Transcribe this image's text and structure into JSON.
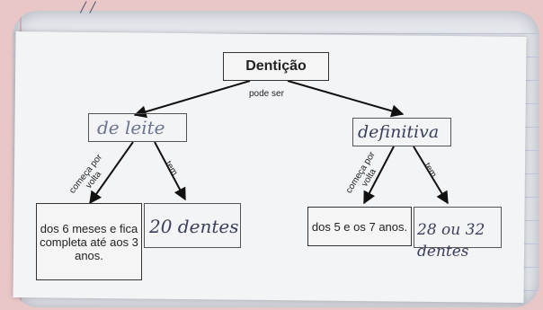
{
  "root": {
    "label": "Dentição"
  },
  "links": {
    "main": "pode ser",
    "starts": "começa por volta",
    "has": "tem"
  },
  "left": {
    "answer": "de leite",
    "start_text": "dos 6 meses e fica completa até aos 3 anos.",
    "count": "20 dentes"
  },
  "right": {
    "answer": "definitiva",
    "start_text": "dos 5 e os 7 anos.",
    "count": "28 ou 32 dentes"
  },
  "notebook_scribble": "/ /",
  "colors": {
    "ink": "#333333",
    "pencil": "#3a3f5c",
    "paper": "#f3f4f6"
  }
}
